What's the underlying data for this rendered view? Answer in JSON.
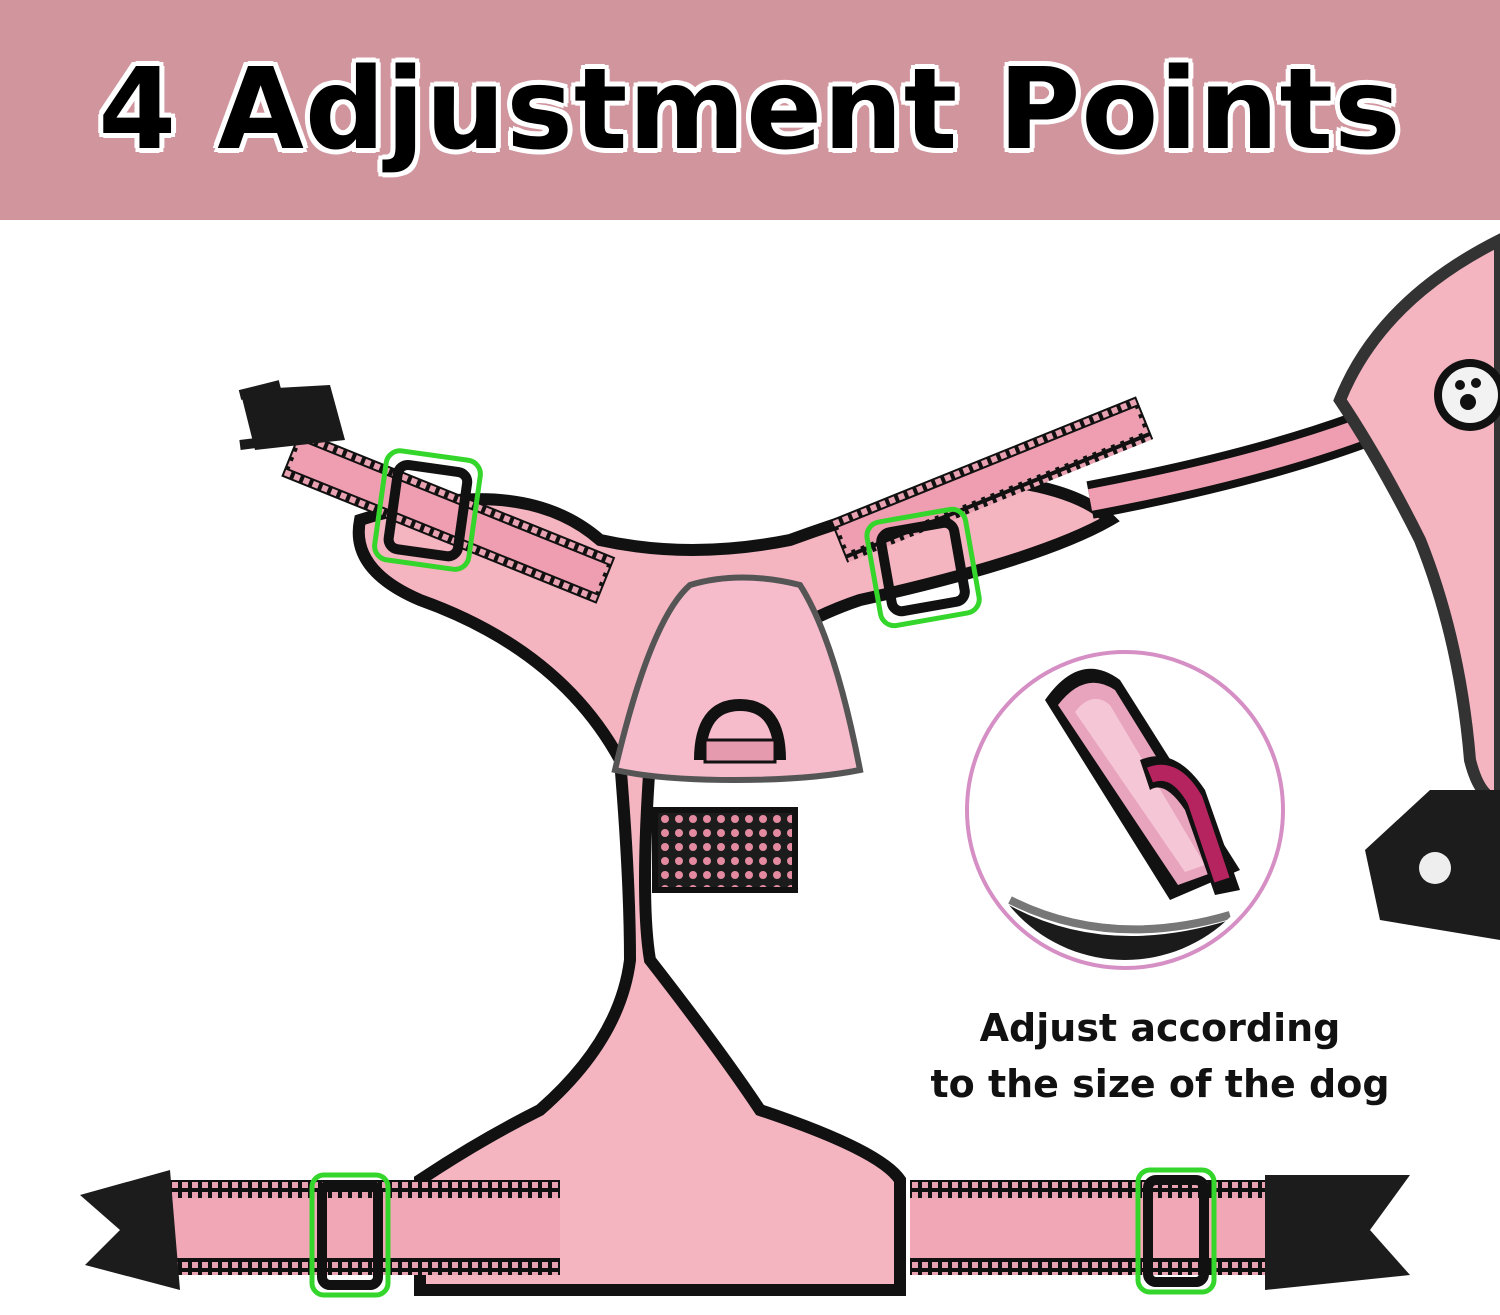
{
  "banner": {
    "title": "4 Adjustment Points",
    "background": "#d1959d"
  },
  "product": {
    "name": "pink-dog-harness",
    "harness_color": "#f4b4c0",
    "trim_color": "#111111",
    "highlight_color": "#35d62b"
  },
  "callout": {
    "line1": "Adjust according",
    "line2": "to the size of the dog",
    "ring_color": "#d58fc4"
  }
}
